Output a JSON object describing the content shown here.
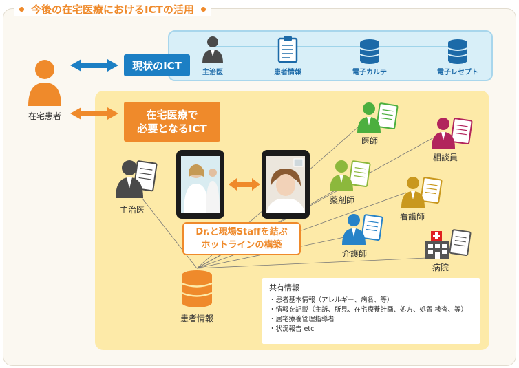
{
  "title": "今後の在宅医療におけるICTの活用",
  "patient_label": "在宅患者",
  "current_ict": {
    "label": "現状のICT",
    "items": [
      "主治医",
      "患者情報",
      "電子カルテ",
      "電子レセプト"
    ]
  },
  "needed_ict": {
    "label_line1": "在宅医療で",
    "label_line2": "必要となるICT"
  },
  "actors": {
    "primary_doctor": "主治医",
    "doctor": "医師",
    "pharmacist": "薬剤師",
    "counselor": "相談員",
    "nurse": "看護師",
    "caregiver": "介護師",
    "hospital": "病院",
    "patient_info": "患者情報"
  },
  "hotline": {
    "line1": "Dr.と現場Staffを結ぶ",
    "line2": "ホットラインの構築"
  },
  "shared_info": {
    "title": "共有情報",
    "items": [
      "・患者基本情報（アレルギー、病名、等）",
      "・情報を記載（主訴、所見、在宅療養計画、処方、処置  検査、等）",
      "・居宅療養管理指導者",
      "・状況報告    etc"
    ]
  },
  "colors": {
    "accent_orange": "#ef8a2b",
    "accent_blue": "#1c7fc4",
    "panel_blue": "#d8eff8",
    "panel_yellow": "#fdeaa8",
    "doctor_green": "#4caf3f",
    "pharmacist_green": "#8cb83c",
    "counselor_maroon": "#b2245c",
    "nurse_brown": "#c9981e",
    "caregiver_blue": "#2783c8",
    "primary_gray": "#4a4a4a"
  }
}
